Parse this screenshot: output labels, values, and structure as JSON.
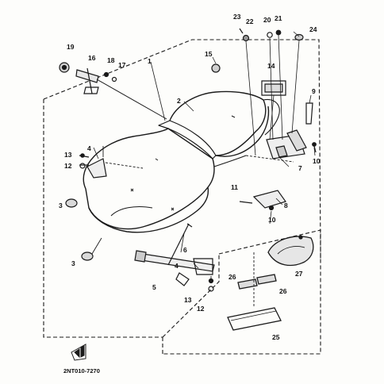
{
  "diagram": {
    "part_code": "2NT010-7270",
    "colors": {
      "ink": "#1a1a1a",
      "paper": "#fdfdfb",
      "accent": "#111111"
    },
    "icons": [
      "seat-icon",
      "lock-assembly-icon",
      "hinge-bracket-icon",
      "rear-cover-icon",
      "bolt-icon",
      "damper-icon",
      "direction-marker-icon"
    ],
    "callouts": {
      "c1": "1",
      "c2": "2",
      "c3a": "3",
      "c3b": "3",
      "c4a": "4",
      "c4b": "4",
      "c5": "5",
      "c6": "6",
      "c7": "7",
      "c8": "8",
      "c9": "9",
      "c10a": "10",
      "c10b": "10",
      "c11": "11",
      "c12a": "12",
      "c12b": "12",
      "c13a": "13",
      "c13b": "13",
      "c14": "14",
      "c15": "15",
      "c16": "16",
      "c17": "17",
      "c18": "18",
      "c19": "19",
      "c20": "20",
      "c21": "21",
      "c22": "22",
      "c23": "23",
      "c24": "24",
      "c25": "25",
      "c26a": "26",
      "c26b": "26",
      "c27": "27"
    }
  }
}
